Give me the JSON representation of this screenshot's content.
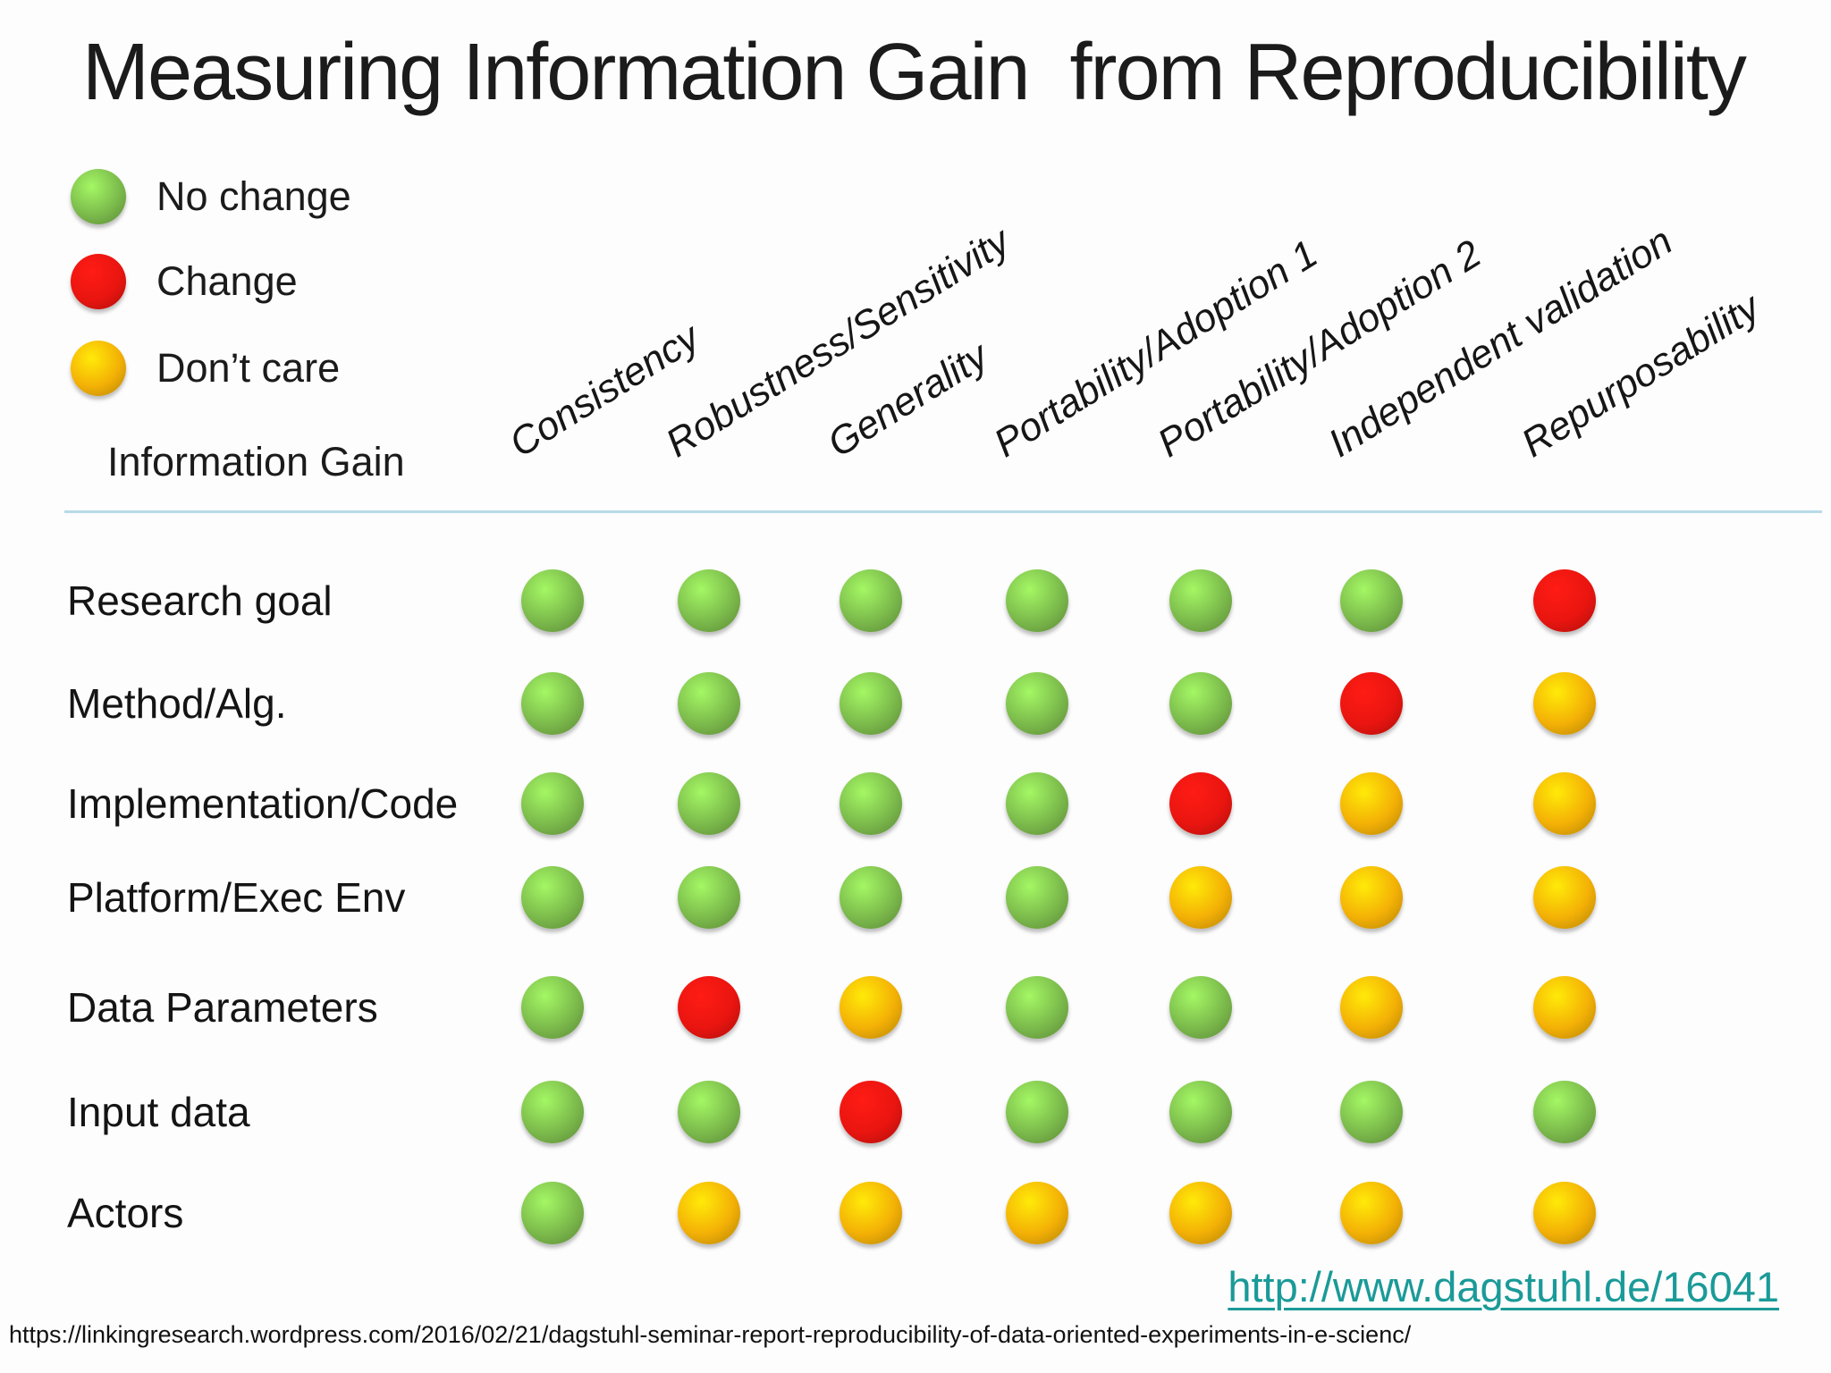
{
  "chart_data": {
    "type": "heatmap",
    "title": "Measuring Information Gain  from Reproducibility",
    "row_axis_label": "Information Gain",
    "columns": [
      "Consistency",
      "Robustness/Sensitivity",
      "Generality",
      "Portability/Adoption 1",
      "Portability/Adoption 2",
      "Independent validation",
      "Repurposability"
    ],
    "rows": [
      "Research goal",
      "Method/Alg.",
      "Implementation/Code",
      "Platform/Exec Env",
      "Data Parameters",
      "Input data",
      "Actors"
    ],
    "legend": [
      {
        "state": "no-change",
        "label": "No change",
        "color": "#7cbb4c"
      },
      {
        "state": "change",
        "label": "Change",
        "color": "#ea1510"
      },
      {
        "state": "dont-care",
        "label": "Don’t care",
        "color": "#f4b106"
      }
    ],
    "cell_states": [
      [
        "no-change",
        "no-change",
        "no-change",
        "no-change",
        "no-change",
        "no-change",
        "change"
      ],
      [
        "no-change",
        "no-change",
        "no-change",
        "no-change",
        "no-change",
        "change",
        "dont-care"
      ],
      [
        "no-change",
        "no-change",
        "no-change",
        "no-change",
        "change",
        "dont-care",
        "dont-care"
      ],
      [
        "no-change",
        "no-change",
        "no-change",
        "no-change",
        "dont-care",
        "dont-care",
        "dont-care"
      ],
      [
        "no-change",
        "change",
        "dont-care",
        "no-change",
        "no-change",
        "dont-care",
        "dont-care"
      ],
      [
        "no-change",
        "no-change",
        "change",
        "no-change",
        "no-change",
        "no-change",
        "no-change"
      ],
      [
        "no-change",
        "dont-care",
        "dont-care",
        "dont-care",
        "dont-care",
        "dont-care",
        "dont-care"
      ]
    ],
    "legend_position": "top-left",
    "grid": false
  },
  "link": "http://www.dagstuhl.de/16041",
  "footer_url": "https://linkingresearch.wordpress.com/2016/02/21/dagstuhl-seminar-report-reproducibility-of-data-oriented-experiments-in-e-scienc/",
  "colors": {
    "link": "#1a9a98",
    "divider": "#b7dbe7"
  }
}
